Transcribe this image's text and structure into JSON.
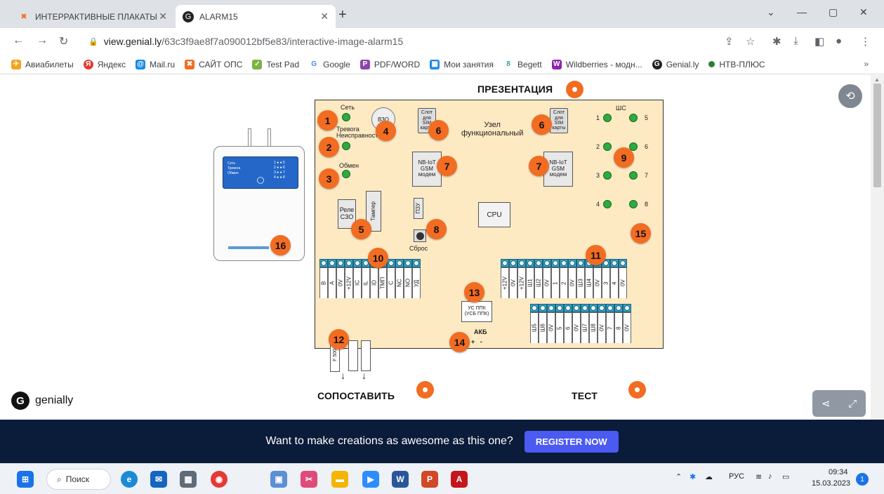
{
  "tabs": [
    {
      "title": "ИНТЕРРАКТИВНЫЕ ПЛАКАТЫ",
      "active": false
    },
    {
      "title": "ALARM15",
      "active": true
    }
  ],
  "address": {
    "host": "view.genial.ly",
    "path": "/63c3f9ae8f7a090012bf5e83/interactive-image-alarm15"
  },
  "bookmarks": [
    "Авиабилеты",
    "Яндекс",
    "Mail.ru",
    "САЙТ ОПС",
    "Test Pad",
    "Google",
    "PDF/WORD",
    "Мои занятия",
    "Begett",
    "Wildberries - модн...",
    "Genial.ly",
    "НТВ-ПЛЮС"
  ],
  "bookmarks_more": "»",
  "headings": {
    "presentation": "ПРЕЗЕНТАЦИЯ",
    "match": "СОПОСТАВИТЬ",
    "test": "ТЕСТ"
  },
  "brand": "genially",
  "board": {
    "net": "Сеть",
    "alarm_fault": "Тревога\nНеисправность",
    "exchange": "Обмен",
    "vzo": "ВЗО",
    "sim_slot": "Слот\nдля\nSIM\nкарты",
    "node": "Узел\nфункциональный",
    "nbiot": "NB-IoT",
    "gsm": "GSM\nмодем",
    "relay": "Реле\nСЗО",
    "tamper": "Тампер",
    "pzu": "ПЗУ",
    "reset": "Сброс",
    "cpu": "CPU",
    "shs": "ШС",
    "akb": "АКБ",
    "akb_poles": "+   -",
    "us_ppk": "УС ППК\n(УСБ ППК)",
    "fuse": "F 500",
    "zone_numbers": [
      "1",
      "2",
      "3",
      "4",
      "5",
      "6",
      "7",
      "8"
    ],
    "terminals_left": [
      "В",
      "А",
      "0V",
      "+12V",
      "IC",
      "IL",
      "ID",
      "ТМП",
      "С",
      "NC",
      "NO",
      "УД"
    ],
    "terminals_right": [
      "+12V",
      "0V",
      "+12V",
      "Ш1",
      "Ш2",
      "0V",
      "1",
      "2",
      "0V",
      "Ш3",
      "Ш4",
      "0V",
      "3",
      "4",
      "0V"
    ],
    "terminals_bottom": [
      "Ш5",
      "Ш6",
      "0V",
      "5",
      "6",
      "0V",
      "Ш7",
      "Ш8",
      "0V",
      "7",
      "8",
      "0V"
    ]
  },
  "badges": [
    "1",
    "2",
    "3",
    "4",
    "5",
    "6",
    "6",
    "7",
    "7",
    "8",
    "9",
    "10",
    "11",
    "12",
    "13",
    "14",
    "15",
    "16"
  ],
  "device": {
    "lines_left": [
      "Сеть",
      "Тревога",
      "Обмен"
    ],
    "lines_right": [
      "1 ● ● 5",
      "2 ● ● 6",
      "3 ● ● 7",
      "4 ● ● 8"
    ]
  },
  "footer": {
    "text": "Want to make creations as awesome as this one?",
    "button": "REGISTER NOW"
  },
  "taskbar": {
    "search": "Поиск",
    "lang": "РУС",
    "time": "09:34",
    "date": "15.03.2023",
    "notifications": "1"
  },
  "colors": {
    "accent": "#f26c22",
    "board": "#fde9c2",
    "terminal": "#3aa6c6",
    "led": "#2eaa3f",
    "footer": "#0b1b3a",
    "register": "#4b5af0"
  }
}
